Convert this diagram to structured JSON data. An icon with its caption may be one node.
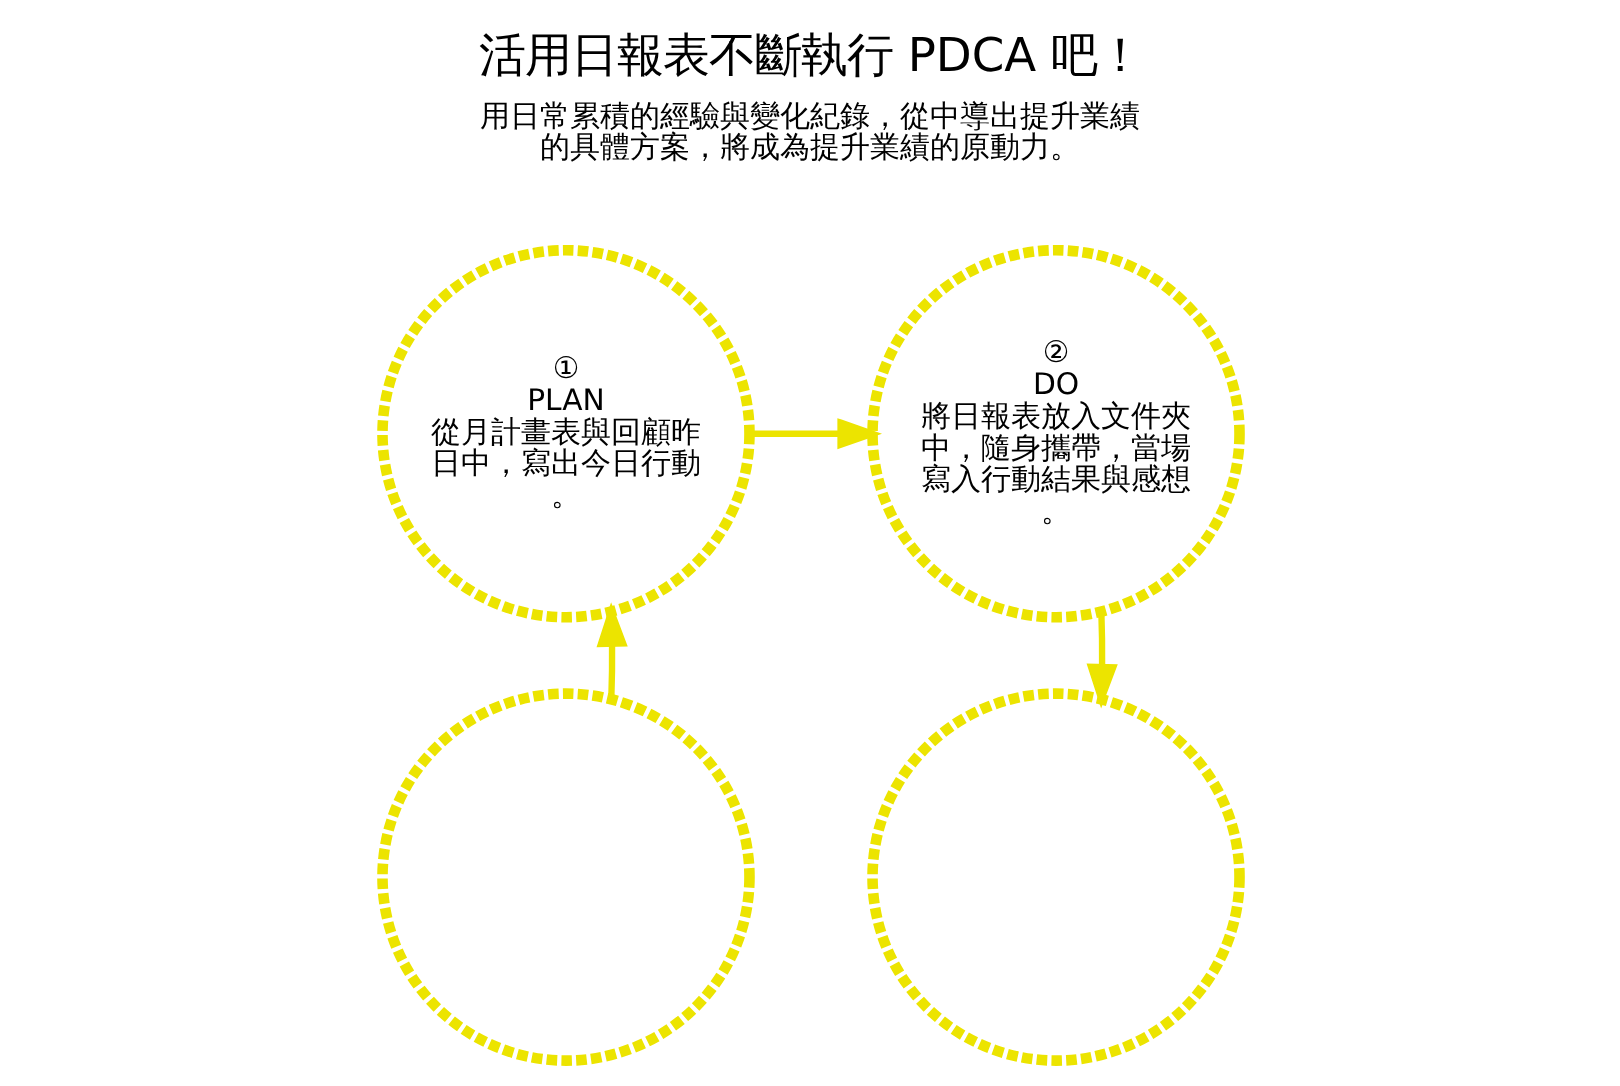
{
  "diagram": {
    "title": "活用日報表不斷執行 PDCA 吧！",
    "nodes": [
      {
        "text": [
          "①",
          "PLAN",
          "從月計畫表與回顧昨日中，寫出今日行動。"
        ]
      },
      {
        "text": [
          "②",
          "DO",
          "將日報表放入文件夾中，隨身攜帶，當場寫入行動結果與感想。"
        ]
      },
      {
        "text": [],
        "shape": "circle"
      },
      {
        "text": [],
        "shape": "circle"
      }
    ],
    "edges": [
      {
        "from": 0,
        "to": 1,
        "arrow": "to"
      },
      {
        "from": 1,
        "to": 3,
        "arrow": "to"
      },
      {
        "from": 2,
        "to": 0,
        "arrow": "to"
      }
    ],
    "labels": [
      "用日常累積的經驗與變化紀錄，從中導出提升業績的具體方案，將成為提升業績的原動力。"
    ]
  }
}
